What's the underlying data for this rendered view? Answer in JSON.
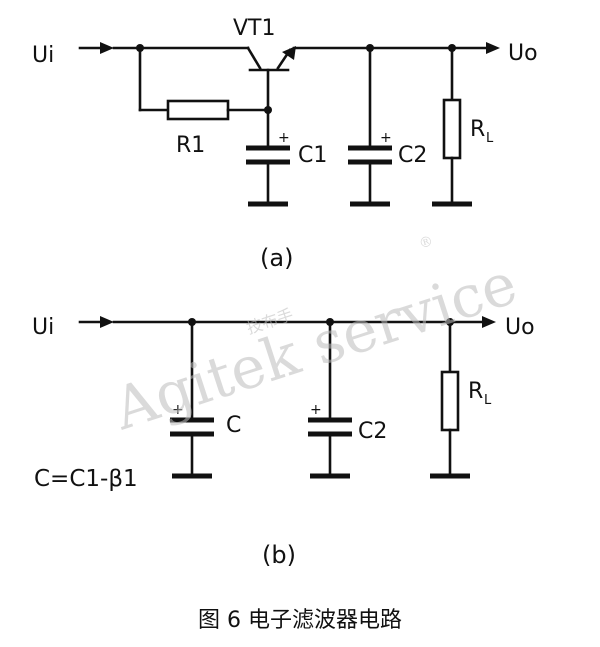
{
  "diagram_a": {
    "input_label": "Ui",
    "output_label": "Uo",
    "transistor_label": "VT1",
    "resistor_label": "R1",
    "cap1_label": "C1",
    "cap2_label": "C2",
    "load_label": "R",
    "load_sub": "L",
    "caption": "(a)"
  },
  "diagram_b": {
    "input_label": "Ui",
    "output_label": "Uo",
    "cap_label": "C",
    "cap2_label": "C2",
    "load_label": "R",
    "load_sub": "L",
    "formula": "C=C1-β1",
    "caption": "(b)"
  },
  "figure_title": "图 6  电子滤波器电路",
  "watermark": {
    "text": "Agitek service",
    "cn_text": "技布手",
    "mark": "®"
  },
  "colors": {
    "line": "#111111",
    "watermark": "#bdbdbd"
  }
}
